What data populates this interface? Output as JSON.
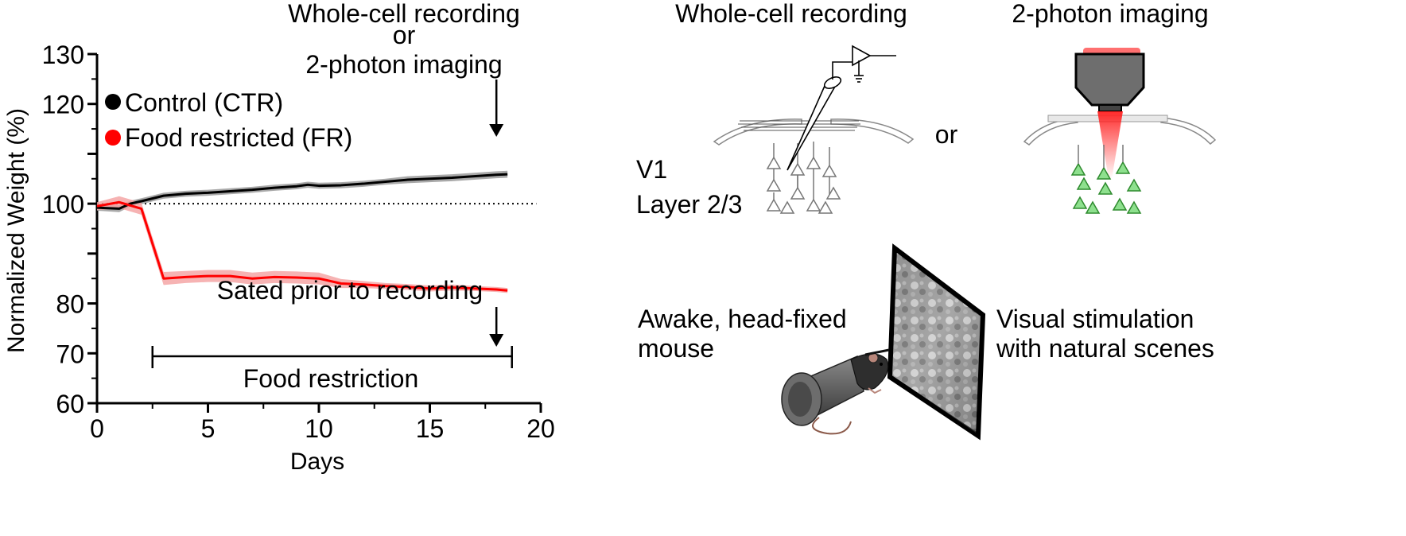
{
  "chart_data": {
    "type": "line",
    "xlabel": "Days",
    "ylabel": "Normalized Weight (%)",
    "xlim": [
      0,
      20
    ],
    "ylim": [
      60,
      130
    ],
    "x_ticks": [
      0,
      5,
      10,
      15,
      20
    ],
    "y_ticks": [
      60,
      70,
      80,
      90,
      100,
      110,
      120,
      130
    ],
    "y_tick_labels": [
      "60",
      "70",
      "80",
      "",
      "100",
      "",
      "120",
      "130"
    ],
    "reference_line": 100,
    "grid": false,
    "legend_position": "top-left",
    "series": [
      {
        "name": "Control (CTR)",
        "color": "#000000",
        "band_color": "#9a9a9a",
        "x": [
          0,
          1,
          1.5,
          2,
          3,
          4,
          5,
          6,
          7,
          8,
          9,
          9.5,
          10,
          11,
          12,
          13,
          14,
          15,
          16,
          17,
          18,
          18.5
        ],
        "y": [
          99.2,
          99.0,
          100.0,
          100.5,
          101.6,
          102.0,
          102.2,
          102.5,
          102.8,
          103.2,
          103.5,
          103.8,
          103.6,
          103.7,
          104.0,
          104.4,
          104.8,
          105.0,
          105.2,
          105.5,
          105.8,
          105.9
        ],
        "band": [
          0.6,
          0.7,
          0.6,
          0.6,
          0.6,
          0.6,
          0.6,
          0.6,
          0.6,
          0.6,
          0.6,
          0.6,
          0.6,
          0.6,
          0.6,
          0.6,
          0.7,
          0.7,
          0.7,
          0.7,
          0.7,
          0.7
        ]
      },
      {
        "name": "Food restricted (FR)",
        "color": "#ff0000",
        "band_color": "#f4a6a6",
        "x": [
          0,
          1,
          2,
          3,
          4,
          5,
          6,
          7,
          8,
          9,
          10,
          11,
          12,
          13,
          14,
          15,
          16,
          17,
          18,
          18.5
        ],
        "y": [
          99.5,
          100.3,
          99.0,
          85.0,
          85.3,
          85.5,
          85.5,
          85.0,
          85.3,
          85.2,
          85.0,
          84.0,
          83.8,
          83.5,
          83.3,
          83.0,
          83.2,
          83.0,
          82.8,
          82.6
        ],
        "band": [
          0.8,
          1.2,
          1.2,
          1.3,
          1.2,
          1.2,
          1.2,
          1.2,
          1.2,
          1.2,
          1.2,
          0.9,
          0.7,
          0.6,
          0.6,
          0.6,
          0.6,
          0.5,
          0.5,
          0.5
        ]
      }
    ],
    "annotations": {
      "arrow_top_lines": [
        "Whole-cell recording",
        "or",
        "2-photon imaging"
      ],
      "arrow_top_day": 18,
      "arrow_bottom_label": "Sated prior to recording",
      "arrow_bottom_day": 18,
      "bracket_label": "Food restriction",
      "bracket_start": 2.5,
      "bracket_end": 18.7
    }
  },
  "schematic": {
    "whole_cell_title": "Whole-cell recording",
    "two_photon_title": "2-photon imaging",
    "or_label": "or",
    "area_label_line1": "V1",
    "area_label_line2": "Layer 2/3",
    "mouse_label_line1": "Awake, head-fixed",
    "mouse_label_line2": "mouse",
    "stim_label_line1": "Visual stimulation",
    "stim_label_line2": "with natural scenes",
    "neuron_color_imaging": "#8ee08e",
    "laser_color": "#ff2020"
  }
}
